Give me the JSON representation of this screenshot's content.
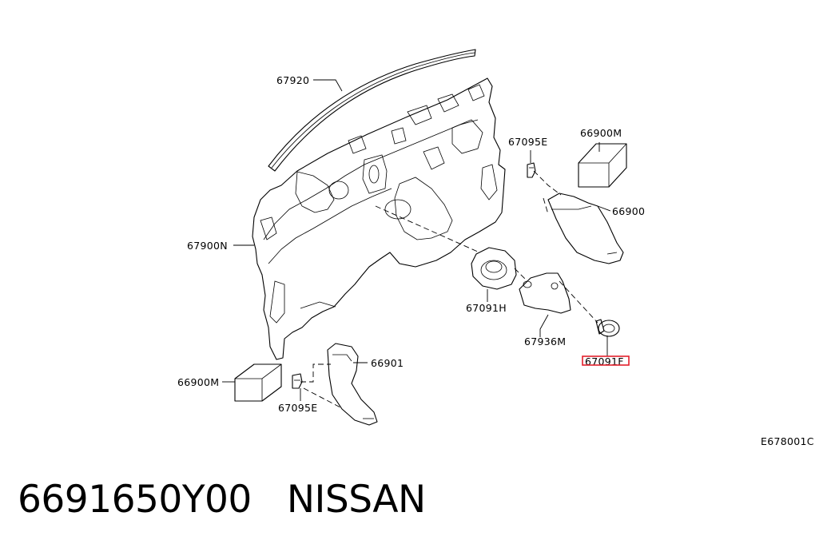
{
  "diagram": {
    "callouts": {
      "p67920": "67920",
      "p67900N": "67900N",
      "p67095E_top": "67095E",
      "p66900M_top": "66900M",
      "p66900": "66900",
      "p67091H": "67091H",
      "p67936M": "67936M",
      "p67091F": "67091F",
      "p66901": "66901",
      "p66900M_bottom": "66900M",
      "p67095E_bottom": "67095E"
    },
    "figure_code": "E678001C",
    "highlight_color": "#e3202c"
  },
  "footer": {
    "part_number": "6691650Y00",
    "brand": "NISSAN"
  }
}
